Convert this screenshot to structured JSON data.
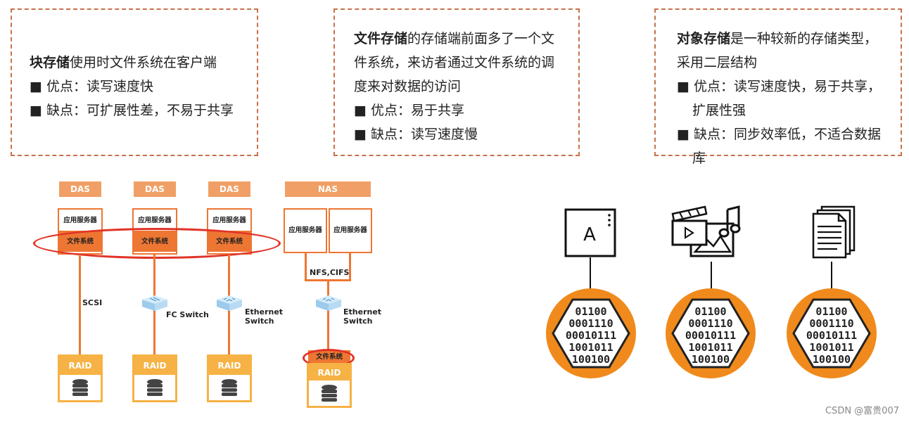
{
  "block": {
    "title": "块存储",
    "desc": "使用时文件系统在客户端",
    "pro": "■ 优点：读写速度快",
    "con": "■ 缺点：可扩展性差，不易于共享"
  },
  "file": {
    "title": "文件存储",
    "line1_rest": "的存储端前面多了一个文",
    "line2": "件系统，来访者通过文件系统的调",
    "line3": "度来对数据的访问",
    "pro": "■ 优点：易于共享",
    "con": "■ 缺点：读写速度慢"
  },
  "object": {
    "title": "对象存储",
    "line1_rest": "是一种较新的存储类型，",
    "line2": "采用二层结构",
    "pro1": "■ 优点：读写速度快，易于共享，",
    "pro2": "扩展性强",
    "con1": "■ 缺点：同步效率低，不适合数据",
    "con2": "库"
  },
  "diagram": {
    "das_label": "DAS",
    "nas_label": "NAS",
    "app_server": "应用服务器",
    "file_system": "文件系统",
    "scsi": "SCSI",
    "fc_switch": "FC Switch",
    "ethernet_switch_1": "Ethernet",
    "ethernet_switch_2": "Switch",
    "nfs_cifs": "NFS,CIFS",
    "raid": "RAID"
  },
  "object_icons": [
    "text-file-A-icon",
    "media-icon",
    "document-stack-icon"
  ],
  "binary_rows": [
    "01100",
    "0001110",
    "00010111",
    "1001011",
    "100100"
  ],
  "colors": {
    "accent": "#ee7633",
    "das_label": "#f0a066",
    "raid": "#f6b244",
    "ring": "#e03326",
    "hex_circle": "#f08a1c"
  },
  "watermark": "CSDN @富贵007"
}
